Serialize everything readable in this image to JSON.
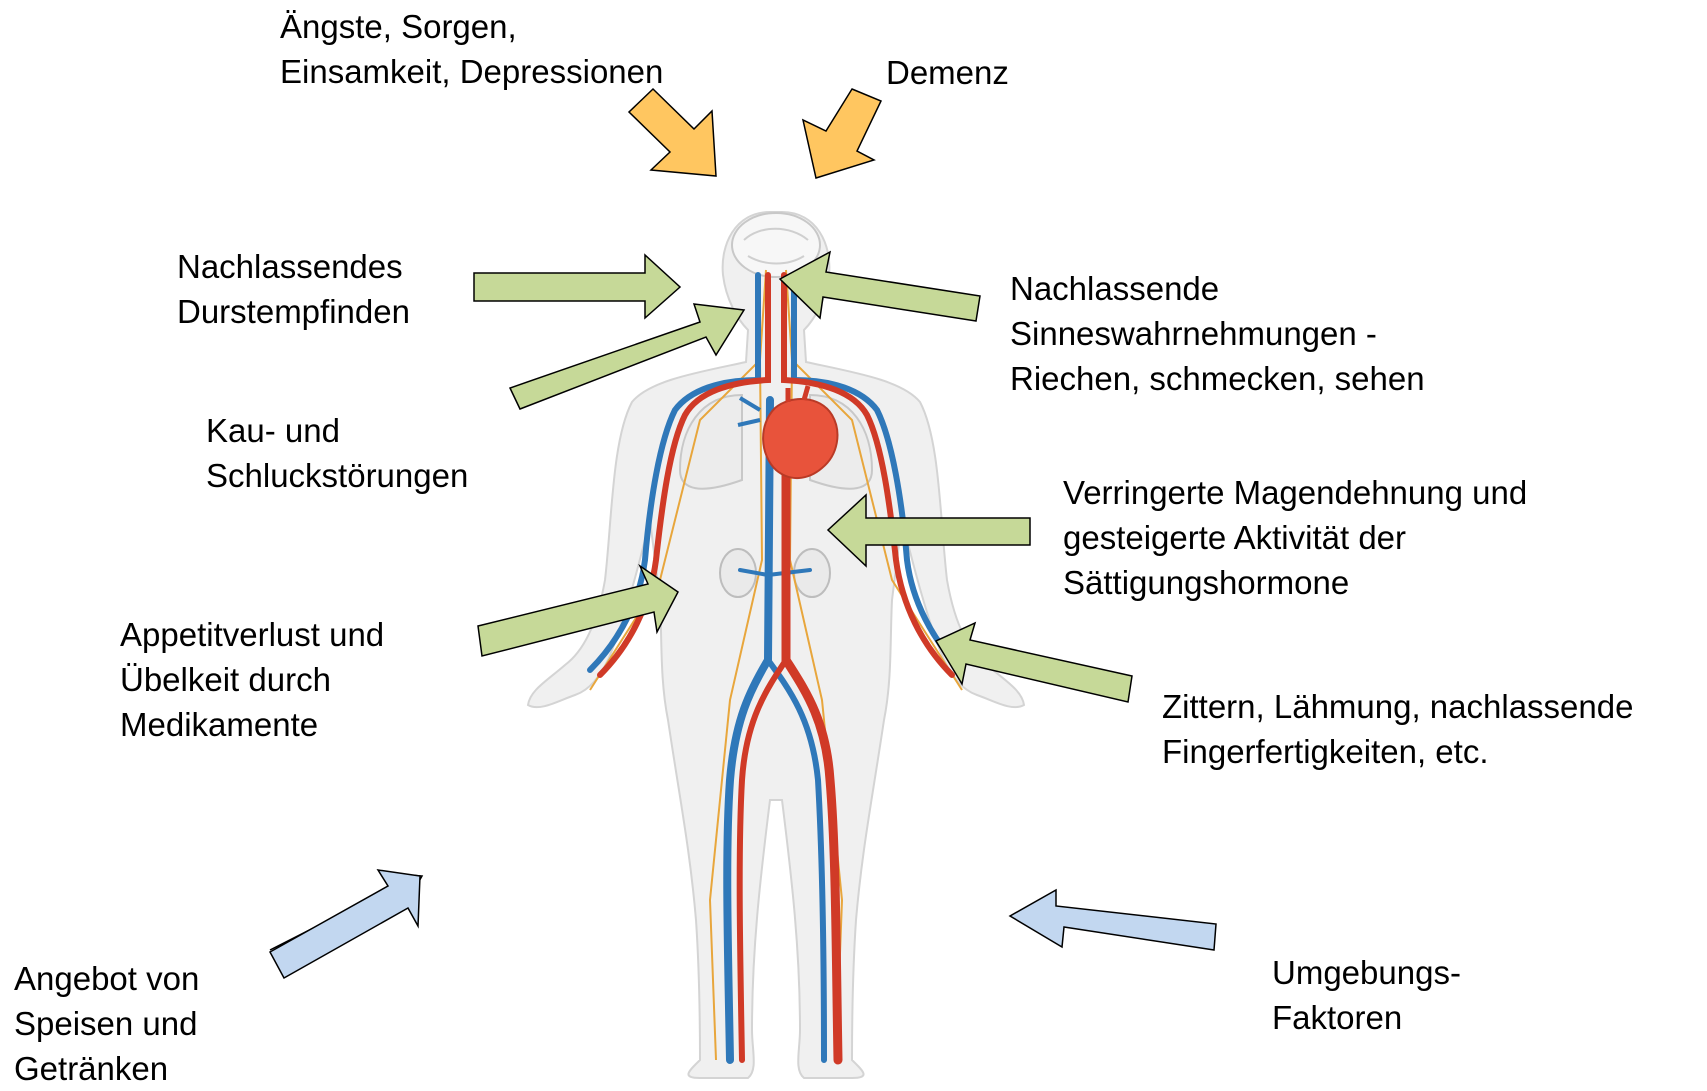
{
  "colors": {
    "orange_arrow": "#ffc660",
    "green_arrow": "#c6d998",
    "blue_arrow": "#c2d7f0",
    "arrow_stroke": "#000000",
    "artery": "#d03a27",
    "vein": "#2f78b9",
    "nerve": "#e8a63c",
    "body": "#f0f0f0"
  },
  "labels": {
    "aengste": [
      "Ängste, Sorgen,",
      "Einsamkeit, Depressionen"
    ],
    "demenz": [
      "Demenz"
    ],
    "durst": [
      "Nachlassendes",
      "Durstempfinden"
    ],
    "sinne": [
      "Nachlassende",
      "Sinneswahrnehmungen -",
      "Riechen, schmecken, sehen"
    ],
    "kau": [
      "Kau- und",
      "Schluckstörungen"
    ],
    "magen": [
      "Verringerte Magendehnung und",
      "gesteigerte Aktivität der",
      "Sättigungshormone"
    ],
    "appetit": [
      "Appetitverlust und",
      "Übelkeit durch",
      "Medikamente"
    ],
    "zittern": [
      "Zittern, Lähmung, nachlassende",
      "Fingerfertigkeiten, etc."
    ],
    "angebot": [
      "Angebot von",
      "Speisen und",
      "Getränken"
    ],
    "umgebung": [
      "Umgebungs-",
      "Faktoren"
    ]
  },
  "arrows": [
    {
      "id": "arrow-aengste",
      "category": "psychological",
      "color": "orange"
    },
    {
      "id": "arrow-demenz",
      "category": "psychological",
      "color": "orange"
    },
    {
      "id": "arrow-durst",
      "category": "physiological",
      "color": "green"
    },
    {
      "id": "arrow-sinne",
      "category": "physiological",
      "color": "green"
    },
    {
      "id": "arrow-kau",
      "category": "physiological",
      "color": "green"
    },
    {
      "id": "arrow-magen",
      "category": "physiological",
      "color": "green"
    },
    {
      "id": "arrow-appetit",
      "category": "physiological",
      "color": "green"
    },
    {
      "id": "arrow-zittern",
      "category": "physiological",
      "color": "green"
    },
    {
      "id": "arrow-angebot",
      "category": "external",
      "color": "blue"
    },
    {
      "id": "arrow-umgebung",
      "category": "external",
      "color": "blue"
    }
  ]
}
